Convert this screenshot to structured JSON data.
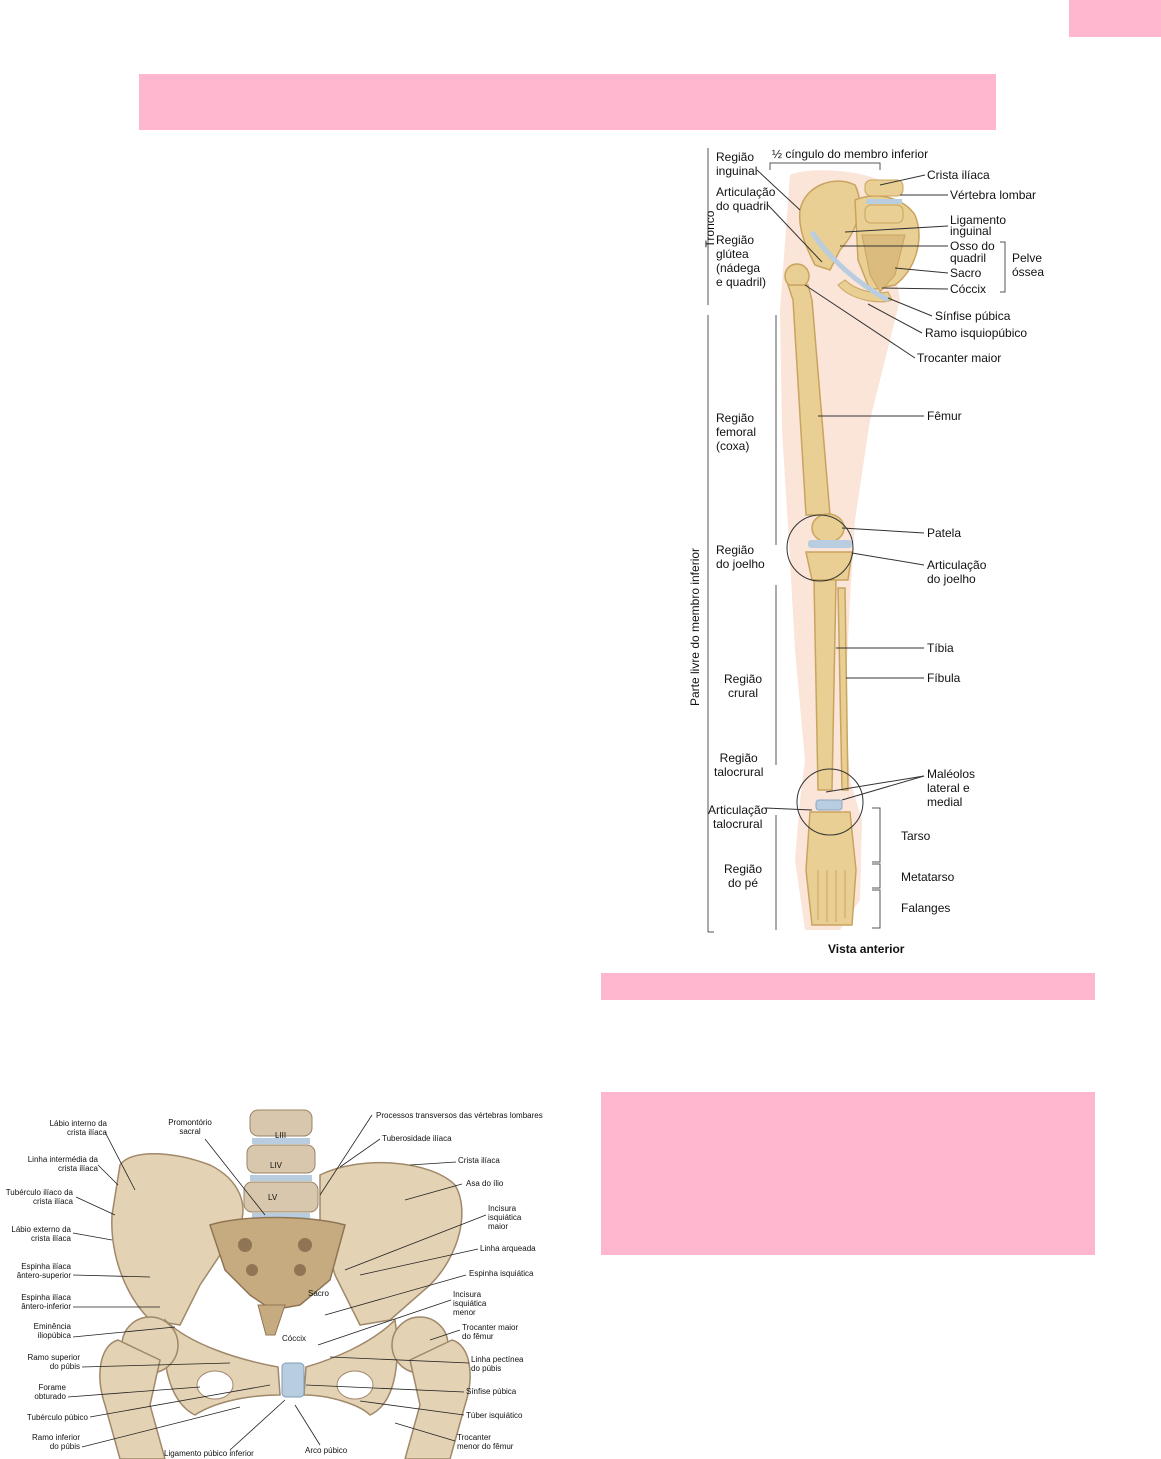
{
  "colors": {
    "highlight": "#ffb7d0",
    "bone": "#e9cf93",
    "bone_dark": "#c9a45f",
    "skin": "#fbe4d8",
    "cartilage": "#b9cde0"
  },
  "leg_figure": {
    "top_label": "½ cíngulo do membro inferior",
    "view": "Vista anterior",
    "brackets": {
      "tronco": "Tronco",
      "parte_livre": "Parte livre do membro inferior"
    },
    "regions": [
      "Região\ninguinal",
      "Articulação\ndo quadril",
      "Região\nglútea\n(nádega\ne quadril)",
      "Região\nfemoral\n(coxa)",
      "Região\ndo joelho",
      "Região\ncrural",
      "Região\ntalocrural",
      "Articulação\ntalocrural",
      "Região\ndo pé"
    ],
    "labels": [
      "Crista ilíaca",
      "Vértebra lombar",
      "Ligamento\ninguinal",
      "Osso do\nquadril",
      "Sacro",
      "Cóccix",
      "Pelve\nóssea",
      "Sínfise púbica",
      "Ramo isquiopúbico",
      "Trocanter maior",
      "Fêmur",
      "Patela",
      "Articulação\ndo joelho",
      "Tíbia",
      "Fíbula",
      "Maléolos\nlateral e\nmedial",
      "Tarso",
      "Metatarso",
      "Falanges"
    ]
  },
  "pelvis_figure": {
    "left_labels": [
      "Lábio interno da\ncrista ilíaca",
      "Linha intermédia da\ncrista ilíaca",
      "Tubérculo ilíaco da\ncrista ilíaca",
      "Lábio externo da\ncrista ilíaca",
      "Espinha ilíaca\nântero-superior",
      "Espinha ilíaca\nântero-inferior",
      "Eminência\niliopúbica",
      "Ramo superior\ndo púbis",
      "Forame\nobturado",
      "Tubérculo púbico",
      "Ramo inferior\ndo púbis"
    ],
    "top_labels": [
      "Promontório\nsacral",
      "Processos transversos das vértebras lombares"
    ],
    "vertebrae": [
      "LIII",
      "LIV",
      "LV"
    ],
    "inner_labels": [
      "Sacro",
      "Cóccix"
    ],
    "right_labels": [
      "Tuberosidade ilíaca",
      "Crista ilíaca",
      "Asa do ílio",
      "Incisura\nisquiática\nmaior",
      "Linha arqueada",
      "Espinha isquiática",
      "Incisura\nisquiática\nmenor",
      "Trocanter maior\ndo fêmur",
      "Linha pectínea\ndo púbis",
      "Sínfise púbica",
      "Túber isquiático",
      "Trocanter\nmenor do fêmur"
    ],
    "bottom_labels": [
      "Ligamento púbico inferior",
      "Arco púbico"
    ]
  }
}
